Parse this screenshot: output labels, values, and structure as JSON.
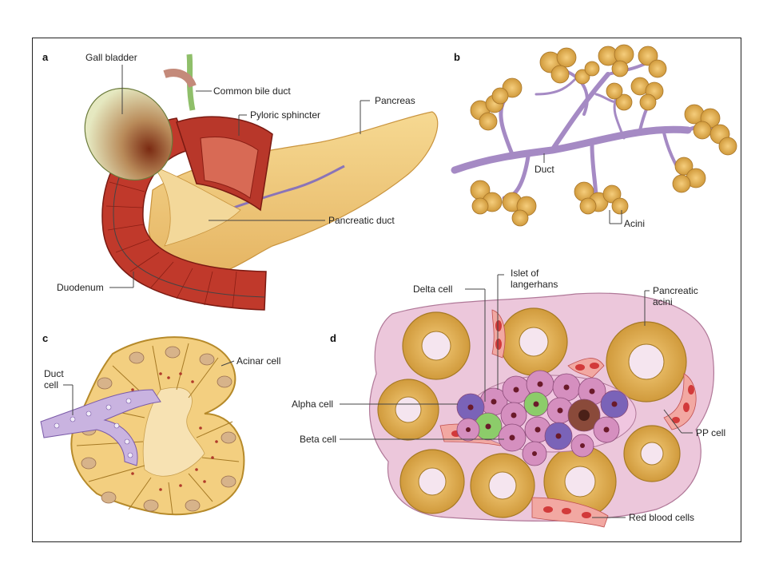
{
  "panels": {
    "a": {
      "letter": "a",
      "labels": {
        "gall_bladder": "Gall bladder",
        "common_bile_duct": "Common bile duct",
        "pyloric_sphincter": "Pyloric sphincter",
        "pancreas": "Pancreas",
        "pancreatic_duct": "Pancreatic duct",
        "duodenum": "Duodenum"
      }
    },
    "b": {
      "letter": "b",
      "labels": {
        "duct": "Duct",
        "acini": "Acini"
      }
    },
    "c": {
      "letter": "c",
      "labels": {
        "acinar_cell": "Acinar cell",
        "duct_cell_1": "Duct",
        "duct_cell_2": "cell"
      }
    },
    "d": {
      "letter": "d",
      "labels": {
        "delta_cell": "Delta cell",
        "islet_1": "Islet of",
        "islet_2": "langerhans",
        "pancreatic_acini_1": "Pancreatic",
        "pancreatic_acini_2": "acini",
        "alpha_cell": "Alpha cell",
        "beta_cell": "Beta cell",
        "pp_cell": "PP cell",
        "red_blood_cells": "Red blood cells"
      }
    }
  },
  "colors": {
    "pancreas": "#f2c97a",
    "duodenum": "#c0392b",
    "duct": "#a58ac4",
    "acinar": "#d9a445",
    "tissue": "#e8c2d6",
    "alpha": "#7a63b8",
    "beta": "#d58fbf",
    "delta": "#8ccc6a",
    "pp": "#8a4a3a",
    "rbc": "#d23a3a"
  }
}
